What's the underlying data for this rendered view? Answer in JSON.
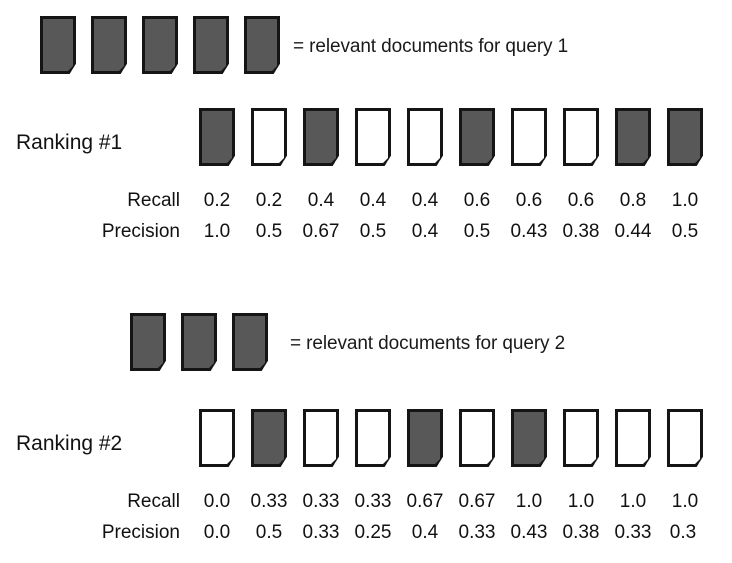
{
  "colors": {
    "relevant_fill": "#585858",
    "nonrelevant_fill": "#ffffff",
    "outline": "#151515",
    "background": "#ffffff",
    "text": "#111111"
  },
  "chart_data": {
    "type": "diagram",
    "title": "",
    "description": "Two ranked result lists of ten documents each, shaded boxes marking relevant documents, with running recall and precision under each rank position.",
    "sections": [
      {
        "id": "query1",
        "legend": {
          "relevant_count": 5,
          "text": "= relevant documents for query 1"
        },
        "ranking_label": "Ranking #1",
        "positions": [
          1,
          2,
          3,
          4,
          5,
          6,
          7,
          8,
          9,
          10
        ],
        "relevance": [
          true,
          false,
          true,
          false,
          false,
          true,
          false,
          false,
          true,
          true
        ],
        "metrics": [
          {
            "name": "Recall",
            "values": [
              "0.2",
              "0.2",
              "0.4",
              "0.4",
              "0.4",
              "0.6",
              "0.6",
              "0.6",
              "0.8",
              "1.0"
            ]
          },
          {
            "name": "Precision",
            "values": [
              "1.0",
              "0.5",
              "0.67",
              "0.5",
              "0.4",
              "0.5",
              "0.43",
              "0.38",
              "0.44",
              "0.5"
            ]
          }
        ]
      },
      {
        "id": "query2",
        "legend": {
          "relevant_count": 3,
          "text": "= relevant documents for query 2"
        },
        "ranking_label": "Ranking #2",
        "positions": [
          1,
          2,
          3,
          4,
          5,
          6,
          7,
          8,
          9,
          10
        ],
        "relevance": [
          false,
          true,
          false,
          false,
          true,
          false,
          true,
          false,
          false,
          false
        ],
        "metrics": [
          {
            "name": "Recall",
            "values": [
              "0.0",
              "0.33",
              "0.33",
              "0.33",
              "0.67",
              "0.67",
              "1.0",
              "1.0",
              "1.0",
              "1.0"
            ]
          },
          {
            "name": "Precision",
            "values": [
              "0.0",
              "0.5",
              "0.33",
              "0.25",
              "0.4",
              "0.33",
              "0.43",
              "0.38",
              "0.33",
              "0.3"
            ]
          }
        ]
      }
    ]
  },
  "icons": {
    "document": "document-icon"
  }
}
